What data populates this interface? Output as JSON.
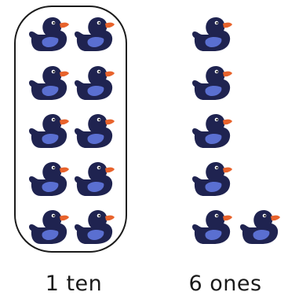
{
  "groups": {
    "tens": {
      "label": "1 ten",
      "count": 10
    },
    "ones": {
      "label": "6 ones",
      "count": 6
    }
  },
  "colors": {
    "duck_body": "#1f2350",
    "duck_wing": "#5a6fd1",
    "duck_beak": "#e8632c",
    "frame_outline": "#1b1b1b"
  },
  "icon": "rubber-duck-icon"
}
